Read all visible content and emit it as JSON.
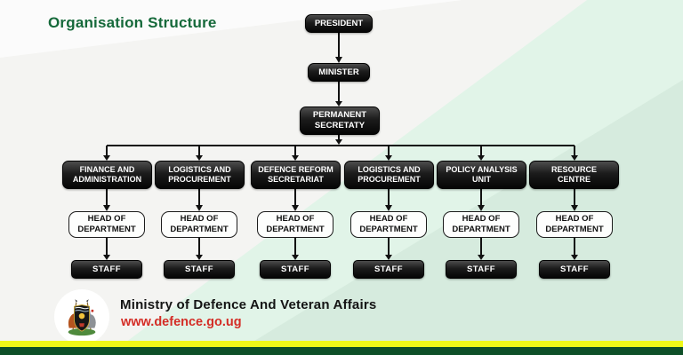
{
  "title": "Organisation Structure",
  "org": {
    "president": "PRESIDENT",
    "minister": "MINISTER",
    "permanent_secretary": "PERMANENT\nSECRETATY",
    "departments": [
      {
        "name": "FINANCE AND\nADMINISTRATION",
        "head": "HEAD OF\nDEPARTMENT",
        "staff": "STAFF"
      },
      {
        "name": "LOGISTICS AND\nPROCUREMENT",
        "head": "HEAD OF\nDEPARTMENT",
        "staff": "STAFF"
      },
      {
        "name": "DEFENCE REFORM\nSECRETARIAT",
        "head": "HEAD OF\nDEPARTMENT",
        "staff": "STAFF"
      },
      {
        "name": "LOGISTICS AND\nPROCUREMENT",
        "head": "HEAD OF\nDEPARTMENT",
        "staff": "STAFF"
      },
      {
        "name": "POLICY ANALYSIS\nUNIT",
        "head": "HEAD OF\nDEPARTMENT",
        "staff": "STAFF"
      },
      {
        "name": "RESOURCE\nCENTRE",
        "head": "HEAD OF\nDEPARTMENT",
        "staff": "STAFF"
      }
    ]
  },
  "footer": {
    "ministry": "Ministry of Defence And Veteran Affairs",
    "website": "www.defence.go.ug",
    "logo": "uganda-coat-of-arms"
  },
  "colors": {
    "title_green": "#15693a",
    "node_black": "#111111",
    "website_red": "#d42d26",
    "stripe_yellow": "#eff818",
    "stripe_green": "#0e4f28",
    "mint_background": "#e1f4e8"
  }
}
